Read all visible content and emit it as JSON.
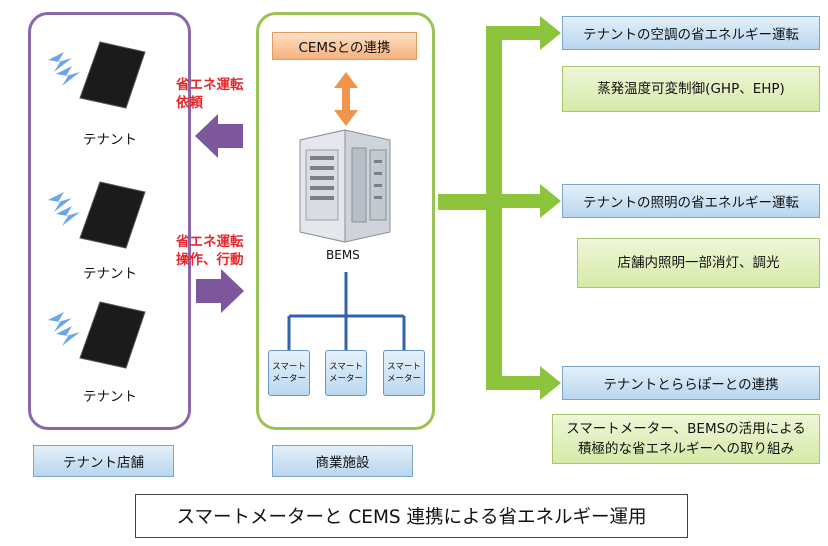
{
  "tenant_panel": {
    "tenants": [
      {
        "label": "テナント"
      },
      {
        "label": "テナント"
      },
      {
        "label": "テナント"
      }
    ],
    "footer": "テナント店舗"
  },
  "arrows": {
    "request_text": [
      "省エネ運転",
      "依頼"
    ],
    "action_text": [
      "省エネ運転",
      "操作、行動"
    ]
  },
  "commercial_panel": {
    "cems_box": "CEMSとの連携",
    "bems_label": "BEMS",
    "meters": [
      {
        "line1": "スマート",
        "line2": "メーター"
      },
      {
        "line1": "スマート",
        "line2": "メーター"
      },
      {
        "line1": "スマート",
        "line2": "メーター"
      }
    ],
    "footer": "商業施設"
  },
  "right_items": [
    {
      "heading": "テナントの空調の省エネルギー運転",
      "detail": [
        "蒸発温度可変制御(GHP、EHP)"
      ]
    },
    {
      "heading": "テナントの照明の省エネルギー運転",
      "detail": [
        "店舗内照明一部消灯、調光"
      ]
    },
    {
      "heading": "テナントとららぽーとの連携",
      "detail": [
        "スマートメーター、BEMSの活用による",
        "積極的な省エネルギーへの取り組み"
      ]
    }
  ],
  "caption": "スマートメーターと CEMS 連携による省エネルギー運用",
  "colors": {
    "tenant_border": "#8868a8",
    "commercial_border": "#9cc257",
    "purple_arrow": "#7c579c",
    "green_arrow": "#8cc43c",
    "orange_arrow": "#f0944a",
    "blue_line": "#2f64a8",
    "red_text": "#e8262a"
  }
}
